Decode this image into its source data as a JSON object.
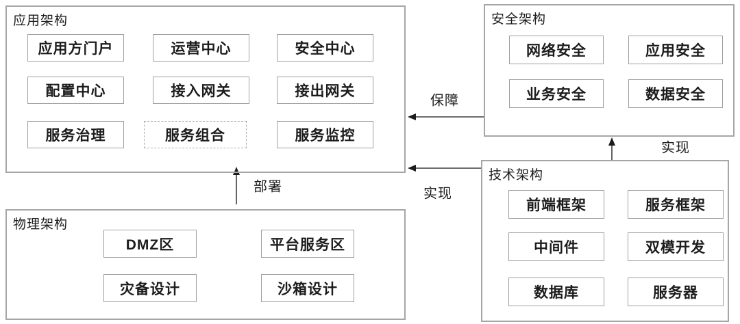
{
  "colors": {
    "background": "#ffffff",
    "box_border": "#a6a6a6",
    "node_border": "#9e9e9e",
    "text": "#1c1c1c",
    "arrow": "#3d3d3d"
  },
  "groups": {
    "application": {
      "title": "应用架构",
      "items": [
        "应用方门户",
        "运营中心",
        "安全中心",
        "配置中心",
        "接入网关",
        "接出网关",
        "服务治理",
        "服务组合",
        "服务监控"
      ]
    },
    "security": {
      "title": "安全架构",
      "items": [
        "网络安全",
        "应用安全",
        "业务安全",
        "数据安全"
      ]
    },
    "technology": {
      "title": "技术架构",
      "items": [
        "前端框架",
        "服务框架",
        "中间件",
        "双模开发",
        "数据库",
        "服务器"
      ]
    },
    "physical": {
      "title": "物理架构",
      "items": [
        "DMZ区",
        "平台服务区",
        "灾备设计",
        "沙箱设计"
      ]
    }
  },
  "arrows": {
    "guarantee": {
      "label": "保障"
    },
    "realize_application": {
      "label": "实现"
    },
    "realize_security": {
      "label": "实现"
    },
    "deploy": {
      "label": "部署"
    }
  }
}
